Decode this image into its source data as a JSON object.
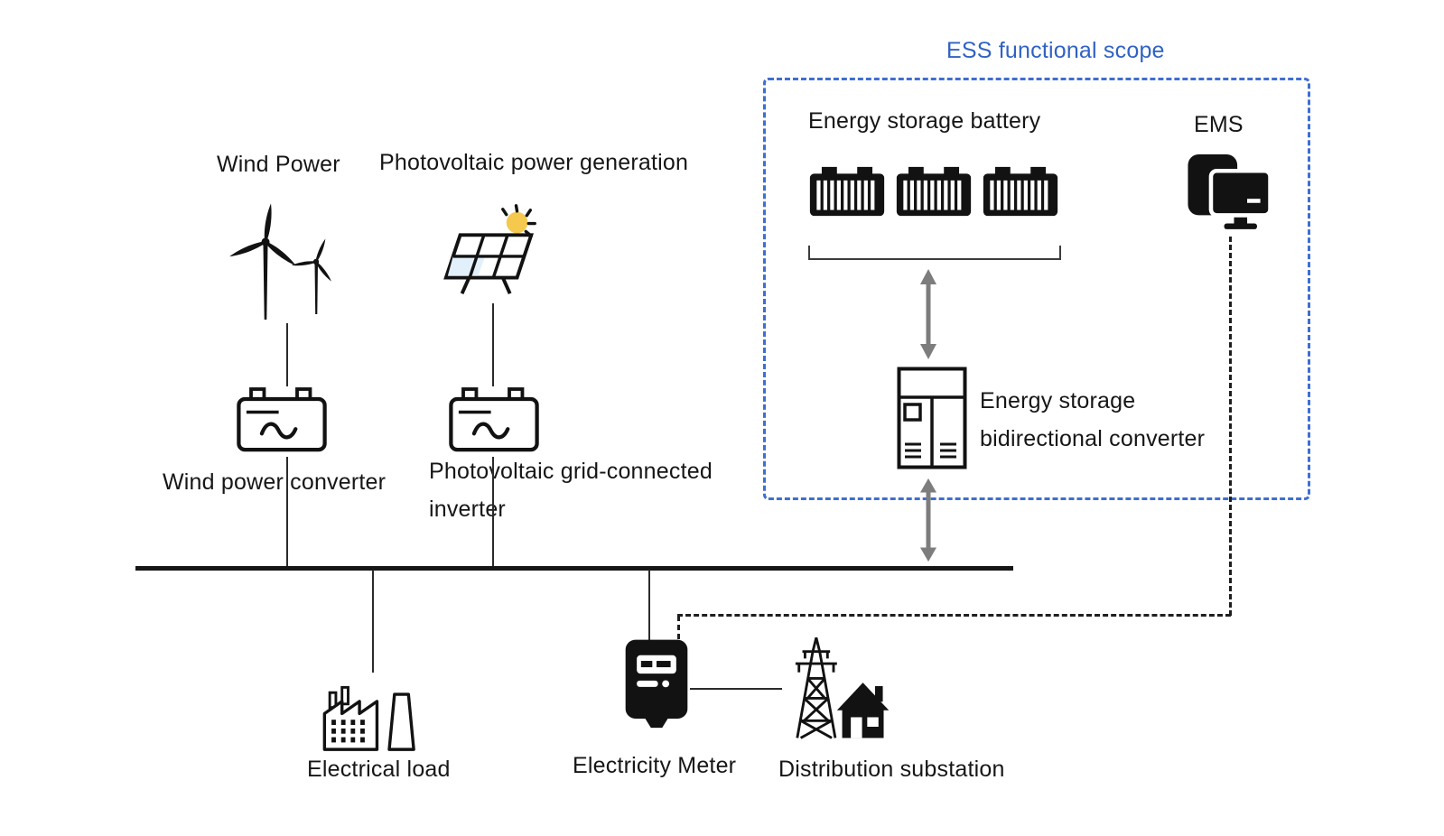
{
  "diagram": {
    "ess_scope_label": "ESS functional scope",
    "labels": {
      "wind_power": "Wind Power",
      "photovoltaic": "Photovoltaic power generation",
      "energy_storage_battery": "Energy storage battery",
      "ems": "EMS",
      "wind_power_converter": "Wind power converter",
      "pv_inverter_line1": "Photovoltaic grid-connected",
      "pv_inverter_line2": "inverter",
      "converter_line1": "Energy storage",
      "converter_line2": "bidirectional converter",
      "electrical_load": "Electrical load",
      "electricity_meter": "Electricity Meter",
      "distribution_substation": "Distribution substation"
    },
    "icons": {
      "wind_turbine": "wind-turbine-icon",
      "solar_panel": "solar-panel-sun-icon",
      "storage_battery": "storage-battery-icon",
      "ems_computer": "ems-computer-icon",
      "bidirectional_converter": "bidirectional-converter-icon",
      "ac_converter": "ac-converter-icon",
      "factory_load": "factory-load-icon",
      "electricity_meter": "electricity-meter-icon",
      "substation": "pylon-house-icon",
      "updown_arrow": "double-arrow-icon"
    },
    "colors": {
      "scope_border": "#3e6fd0",
      "scope_title": "#2f62c4",
      "icon": "#121212",
      "line": "#2b2b2b",
      "arrow": "#7d7d7d",
      "sun": "#f4c94e"
    }
  }
}
